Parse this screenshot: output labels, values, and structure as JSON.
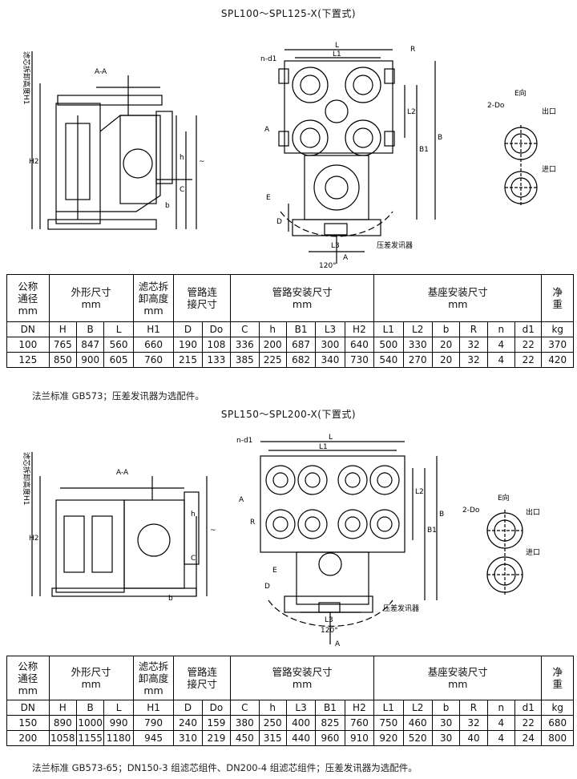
{
  "section1": {
    "title": "SPL100～SPL125-X(下置式)",
    "drawing_labels": {
      "aa": "A-A",
      "hdrop": "滤芯拆卸高度H1",
      "h2": "H2",
      "h": "h",
      "c": "C",
      "b": "b",
      "tilde": "~",
      "nd1": "n-d1",
      "l1": "L1",
      "l": "L",
      "r": "R",
      "l2": "L2",
      "b1": "B1",
      "B": "B",
      "a": "A",
      "e": "E",
      "d": "D",
      "l3": "L3",
      "alarm": "压差发讯器",
      "angle": "120°",
      "a_bottom": "A",
      "two_do": "2-Do",
      "edir": "E向",
      "outlet": "出口",
      "inlet": "进口"
    },
    "table": {
      "h_dn": "公称\n通径\nmm",
      "h_dims": "外形尺寸\nmm",
      "h_h1": "滤芯拆\n卸高度\nmm",
      "h_pipe": "管路连\n接尺寸",
      "h_inst": "管路安装尺寸\nmm",
      "h_base": "基座安装尺寸\nmm",
      "h_wt": "净\n重",
      "cols": [
        "DN",
        "H",
        "B",
        "L",
        "H1",
        "D",
        "Do",
        "C",
        "h",
        "B1",
        "L3",
        "H2",
        "L1",
        "L2",
        "b",
        "R",
        "n",
        "d1",
        "kg"
      ],
      "rows": [
        [
          "100",
          "765",
          "847",
          "560",
          "660",
          "190",
          "108",
          "336",
          "200",
          "687",
          "300",
          "640",
          "500",
          "330",
          "20",
          "32",
          "4",
          "22",
          "370"
        ],
        [
          "125",
          "850",
          "900",
          "605",
          "760",
          "215",
          "133",
          "385",
          "225",
          "682",
          "340",
          "730",
          "540",
          "270",
          "20",
          "32",
          "4",
          "22",
          "420"
        ]
      ]
    },
    "note": "法兰标准 GB573；压差发讯器为选配件。"
  },
  "section2": {
    "title": "SPL150～SPL200-X(下置式)",
    "drawing_labels": {
      "aa": "A-A",
      "hdrop": "滤芯拆卸高度H1",
      "h2": "H2",
      "h": "h",
      "c": "C",
      "b": "b",
      "tilde": "~",
      "nd1": "n-d1",
      "l1": "L1",
      "l": "L",
      "r": "R",
      "l2": "L2",
      "b1": "B1",
      "B": "B",
      "a": "A",
      "e": "E",
      "d": "D",
      "l3": "L3",
      "alarm": "压差发讯器",
      "angle": "120°",
      "a_bottom": "A",
      "two_do": "2-Do",
      "edir": "E向",
      "outlet": "出口",
      "inlet": "进口"
    },
    "table": {
      "h_dn": "公称\n通径\nmm",
      "h_dims": "外形尺寸\nmm",
      "h_h1": "滤芯拆\n卸高度\nmm",
      "h_pipe": "管路连\n接尺寸",
      "h_inst": "管路安装尺寸\nmm",
      "h_base": "基座安装尺寸\nmm",
      "h_wt": "净\n重",
      "cols": [
        "DN",
        "H",
        "B",
        "L",
        "H1",
        "D",
        "Do",
        "C",
        "h",
        "L3",
        "B1",
        "H2",
        "L1",
        "L2",
        "b",
        "R",
        "n",
        "d1",
        "kg"
      ],
      "rows": [
        [
          "150",
          "890",
          "1000",
          "990",
          "790",
          "240",
          "159",
          "380",
          "250",
          "400",
          "825",
          "760",
          "750",
          "460",
          "30",
          "32",
          "4",
          "22",
          "680"
        ],
        [
          "200",
          "1058",
          "1155",
          "1180",
          "945",
          "310",
          "219",
          "450",
          "315",
          "440",
          "960",
          "910",
          "920",
          "520",
          "30",
          "40",
          "4",
          "24",
          "800"
        ]
      ]
    },
    "note": "法兰标准 GB573-65；DN150-3 组滤芯组件、DN200-4 组滤芯组件；压差发讯器为选配件。"
  }
}
